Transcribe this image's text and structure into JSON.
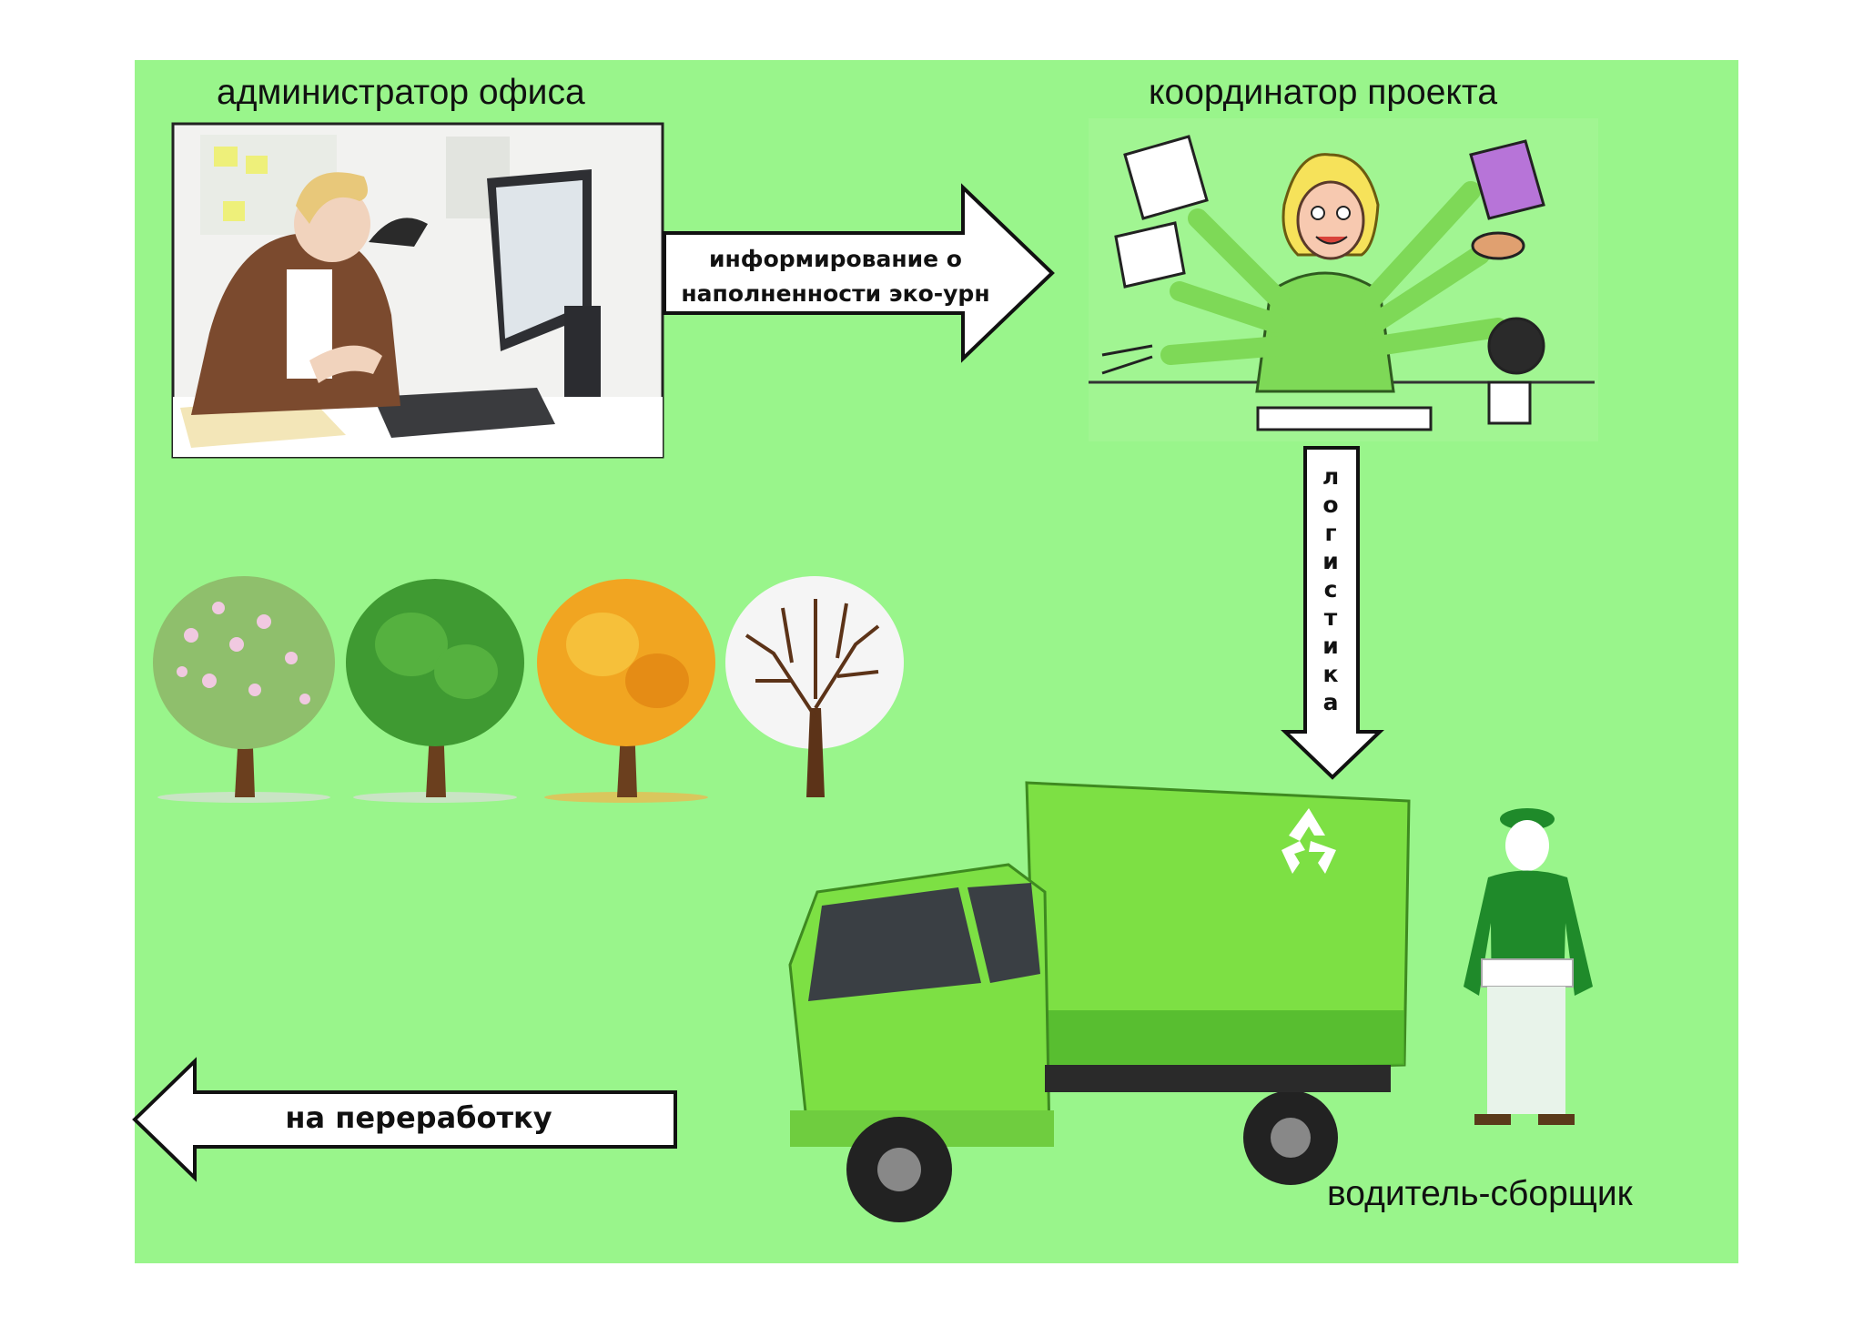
{
  "labels": {
    "office_admin": "администратор офиса",
    "coordinator": "координатор проекта",
    "driver": "водитель-сборщик"
  },
  "arrows": {
    "inform_line1": "информирование о",
    "inform_line2": "наполненности эко-урн",
    "logistics": [
      "л",
      "о",
      "г",
      "и",
      "с",
      "т",
      "и",
      "к",
      "а"
    ],
    "recycling": "на переработку"
  },
  "colors": {
    "background": "#99f58b",
    "truck_green": "#7de044",
    "arrow_fill": "#ffffff"
  },
  "icons": [
    "office-worker-photo",
    "multitasking-coordinator-illustration",
    "blossom-tree-icon",
    "summer-tree-icon",
    "autumn-tree-icon",
    "winter-tree-icon",
    "green-truck-illustration",
    "recycle-icon",
    "driver-collector-figure"
  ]
}
